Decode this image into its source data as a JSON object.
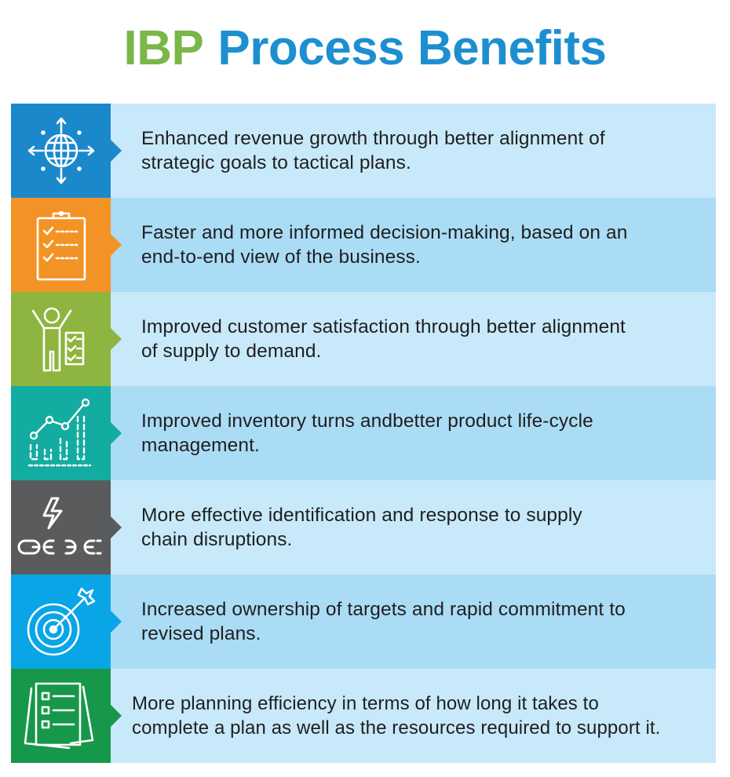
{
  "title": {
    "part1": "IBP",
    "part2": "Process Benefits"
  },
  "colors": {
    "title_part1": "#7ab648",
    "title_part2": "#1d8fd1",
    "row_light": "#c8e9fa",
    "row_mid": "#abdcf6"
  },
  "benefits": [
    {
      "icon": "globe-arrows-icon",
      "color": "#1b88cc",
      "line1": "Enhanced revenue growth through better alignment of",
      "line2": "strategic goals to tactical plans."
    },
    {
      "icon": "checklist-clipboard-icon",
      "color": "#f39325",
      "line1": "Faster and more informed decision-making, based on an",
      "line2": "end-to-end view of the business."
    },
    {
      "icon": "happy-person-checklist-icon",
      "color": "#8db53f",
      "line1": "Improved customer satisfaction through better alignment",
      "line2": "of supply to demand."
    },
    {
      "icon": "growth-chart-icon",
      "color": "#13aca0",
      "line1": "Improved inventory turns andbetter product life-cycle",
      "line2": "management."
    },
    {
      "icon": "broken-chain-icon",
      "color": "#5a5b5d",
      "line1": "More effective identification and response to supply",
      "line2": "chain disruptions."
    },
    {
      "icon": "target-arrow-icon",
      "color": "#0aa5e6",
      "line1": "Increased ownership of targets and rapid commitment to",
      "line2": "revised plans."
    },
    {
      "icon": "documents-list-icon",
      "color": "#17974a",
      "line1": "More planning efficiency in terms of how long it takes to",
      "line2": "complete a plan as well as the resources required to support it."
    }
  ]
}
